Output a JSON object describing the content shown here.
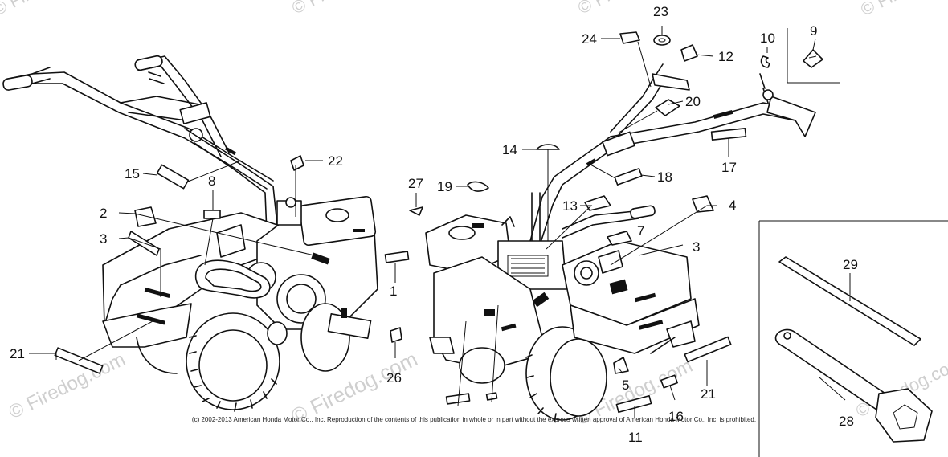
{
  "watermark": {
    "brand": "© Firedog.com",
    "color": "#cfcfcf"
  },
  "copyright": "(c) 2002-2013 American Honda Motor Co., Inc. Reproduction of the contents of this publication in whole or in part without the express written approval of American Honda Motor Co., Inc. is prohibited.",
  "callouts": [
    "1",
    "2",
    "3",
    "3",
    "4",
    "5",
    "7",
    "8",
    "9",
    "10",
    "11",
    "12",
    "13",
    "14",
    "15",
    "16",
    "17",
    "18",
    "19",
    "20",
    "21",
    "21",
    "22",
    "23",
    "24",
    "26",
    "27",
    "28",
    "29"
  ]
}
